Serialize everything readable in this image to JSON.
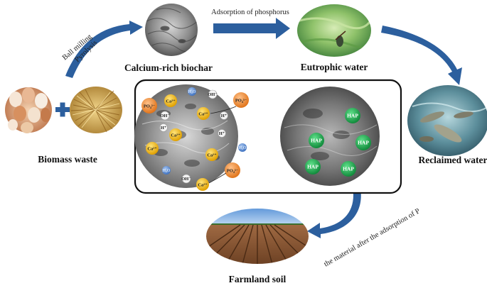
{
  "labels": {
    "ball_milling": "Ball milling",
    "pyrolysis": "Pyrolysis",
    "calcium_biochar": "Calcium-rich biochar",
    "adsorption": "Adsorption of phosphorus",
    "eutrophic_water": "Eutrophic water",
    "biomass_waste": "Biomass waste",
    "reclaimed_water": "Reclaimed water",
    "farmland_soil": "Farmland soil",
    "material_after": "the material after the adsorption of P"
  },
  "ions": {
    "calcium": "Ca²⁺",
    "phosphate": "PO₄³⁻",
    "hydroxide": "OH⁻",
    "hydrogen": "H⁺",
    "water": "H₂O"
  },
  "hap": {
    "label": "HAP"
  },
  "colors": {
    "arrow_blue": "#2c5f9e",
    "calcium_yellow": "#f2b90f",
    "phosphate_orange": "#f08a2a",
    "hap_green": "#1fae4f",
    "water_blue": "#5b8fd6",
    "panel_border": "#111111"
  }
}
